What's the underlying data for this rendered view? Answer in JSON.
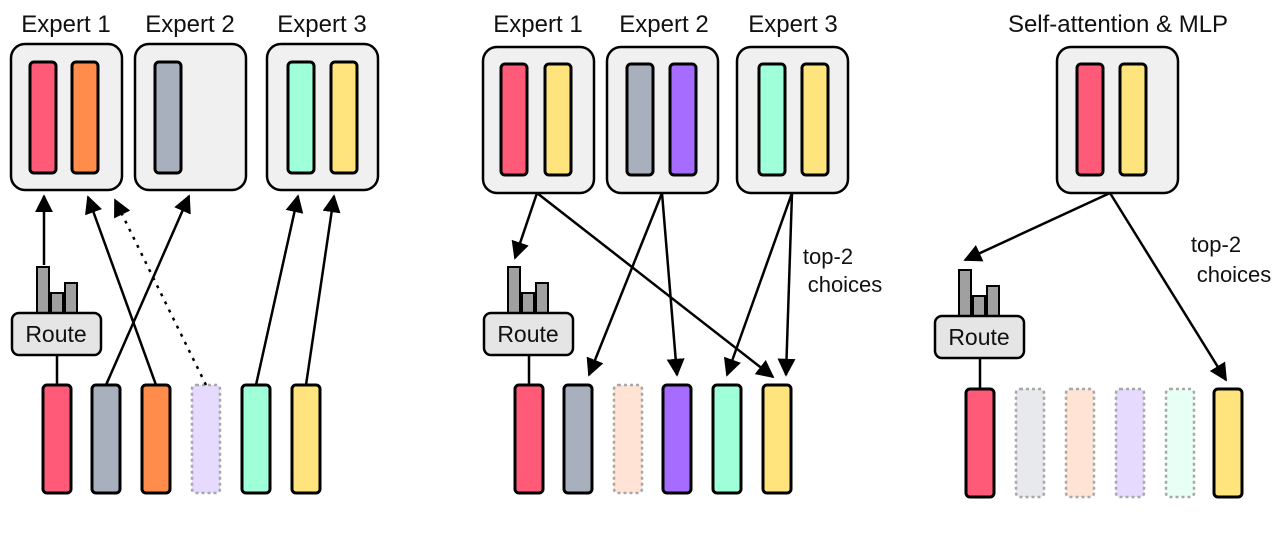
{
  "colors": {
    "red": "#FF5A78",
    "orange": "#FF8C4A",
    "gray": "#A8AFBD",
    "mint": "#9FFFD9",
    "yellow": "#FFE37C",
    "purple": "#A66BFF",
    "faded_purple": "#E6DBFF",
    "faded_orange": "#FFE3D4",
    "faded_gray": "#E8E9EC",
    "faded_mint": "#E8FFF6",
    "box_fill": "#F0F0F0",
    "route_fill": "#E5E5E5",
    "histogram": "#A0A0A0"
  },
  "panel1": {
    "experts": [
      "Expert 1",
      "Expert 2",
      "Expert 3"
    ],
    "route": "Route",
    "tokens": [
      "red",
      "gray",
      "orange",
      "faded_purple",
      "mint",
      "yellow"
    ]
  },
  "panel2": {
    "experts": [
      "Expert 1",
      "Expert 2",
      "Expert 3"
    ],
    "route": "Route",
    "annotation": [
      "top-2",
      "choices"
    ],
    "tokens": [
      "red",
      "gray",
      "faded_orange",
      "purple",
      "mint",
      "yellow"
    ]
  },
  "panel3": {
    "title": "Self-attention & MLP",
    "route": "Route",
    "annotation": [
      "top-2",
      "choices"
    ],
    "tokens": [
      "red",
      "faded_gray",
      "faded_orange",
      "faded_purple",
      "faded_mint",
      "yellow"
    ]
  }
}
